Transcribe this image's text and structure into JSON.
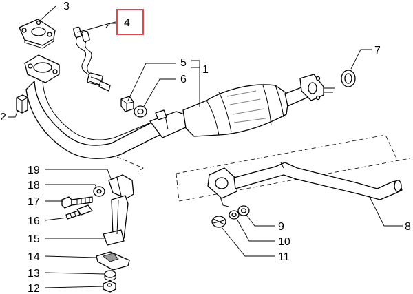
{
  "callouts": {
    "c1": "1",
    "c2": "2",
    "c3": "3",
    "c4": "4",
    "c5": "5",
    "c6": "6",
    "c7": "7",
    "c8": "8",
    "c9": "9",
    "c10": "10",
    "c11": "11",
    "c12": "12",
    "c13": "13",
    "c14": "14",
    "c15": "15",
    "c16": "16",
    "c17": "17",
    "c18": "18",
    "c19": "19"
  },
  "highlighted_callout": "4",
  "highlight_color": "#e0474c"
}
